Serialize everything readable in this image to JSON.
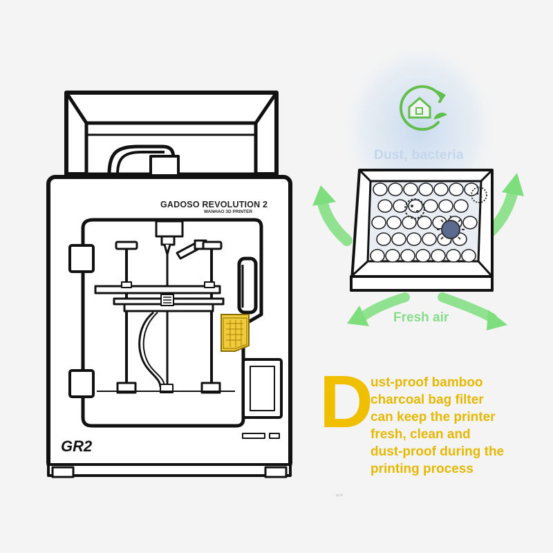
{
  "printer": {
    "brand": "GADOSO REVOLUTION 2",
    "subtitle": "WANHAO 3D PRINTER",
    "model": "GR2"
  },
  "filter_diagram": {
    "top_label": "Dust, bacteria",
    "bottom_label": "Fresh air",
    "icon": "eco-house-icon",
    "arrow_color": "#7ede7e",
    "glow_color": "#c8d8ec"
  },
  "description": {
    "initial": "D",
    "lines": [
      "ust-proof bamboo",
      "charcoal bag filter",
      "can keep the printer",
      "fresh, clean and",
      "dust-proof during the",
      "printing process"
    ],
    "color": "#e6b800"
  },
  "watermark": "w.w"
}
